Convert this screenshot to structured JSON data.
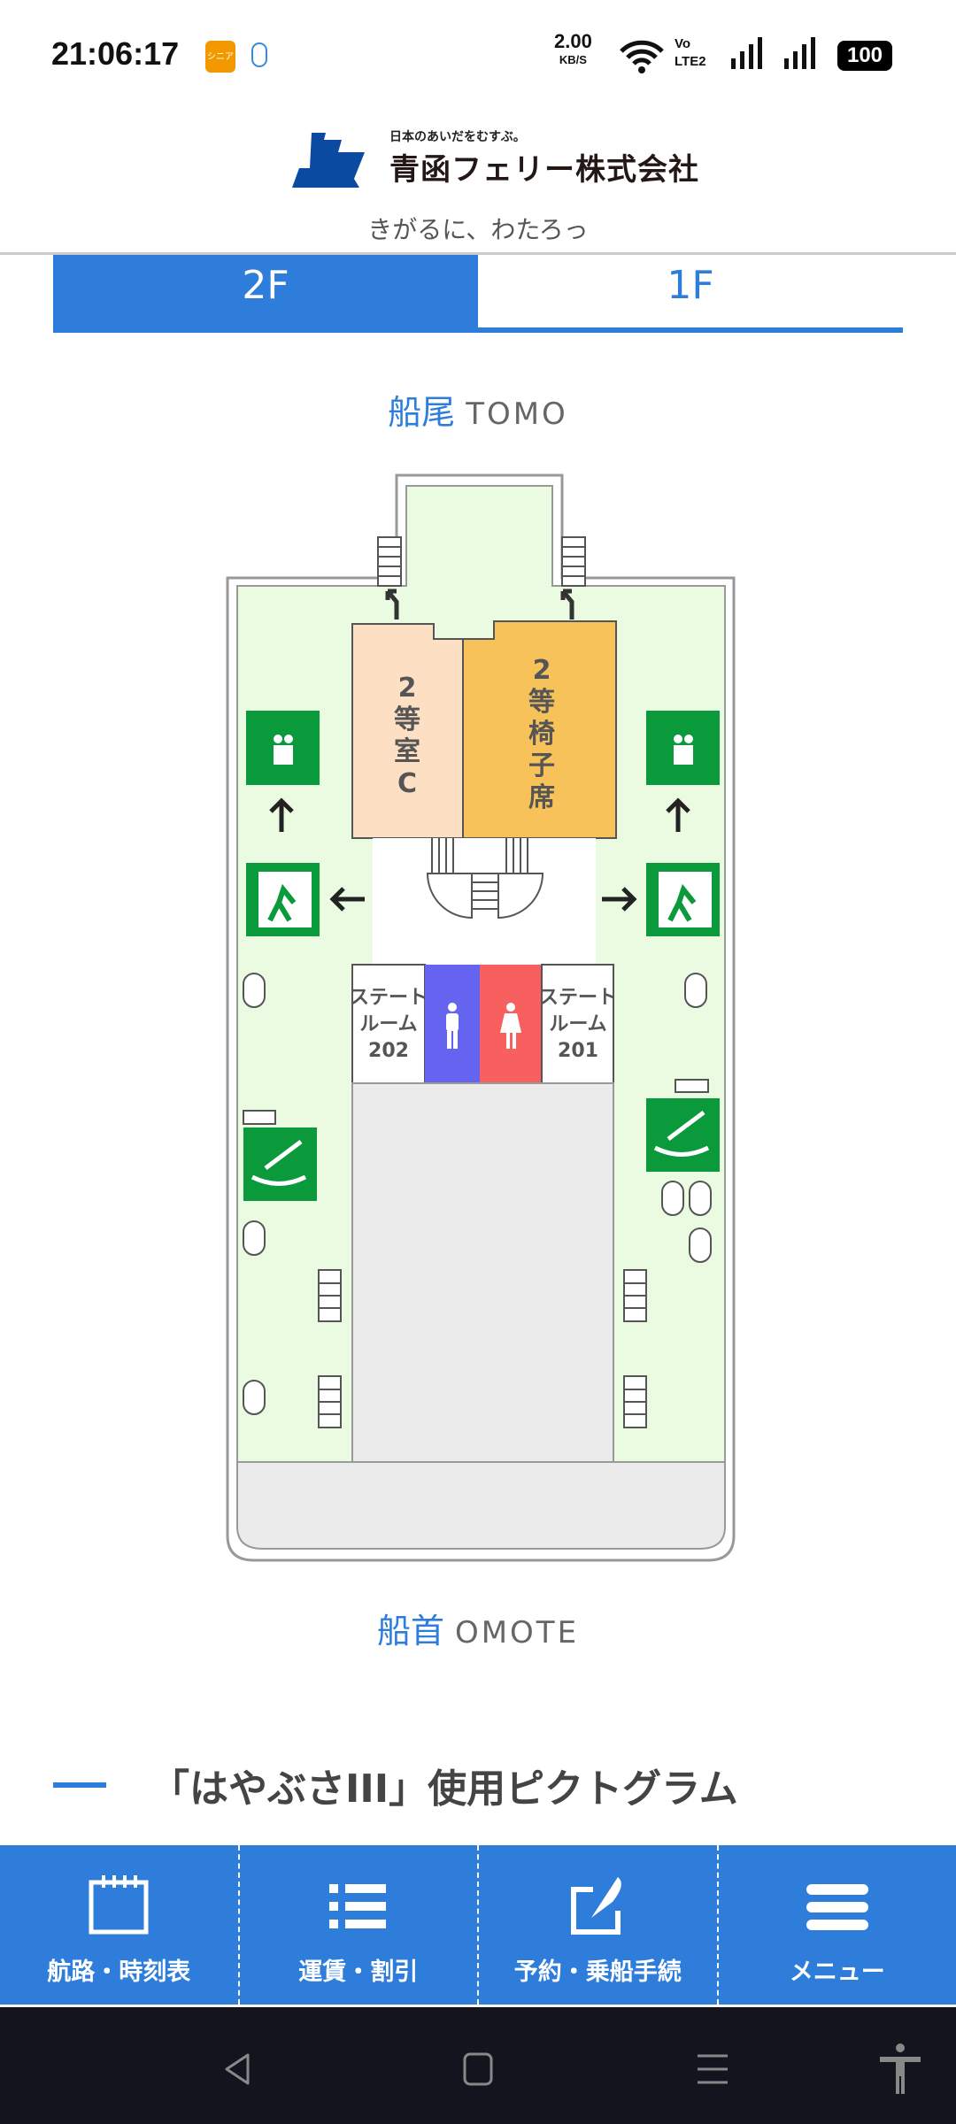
{
  "status_bar": {
    "time": "21:06:17",
    "app_badge": "シニア",
    "net_speed": "2.00",
    "net_unit": "KB/S",
    "volte": "Vo",
    "lte": "LTE2",
    "battery": "100"
  },
  "header": {
    "logo_tagline": "日本のあいだをむすぶ。",
    "logo_name": "青函フェリー株式会社",
    "slogan": "きがるに、わたろっ"
  },
  "tabs": [
    {
      "label": "2F",
      "active": true
    },
    {
      "label": "1F",
      "active": false
    }
  ],
  "map": {
    "stern": {
      "jp": "船尾",
      "en": "TOMO"
    },
    "bow": {
      "jp": "船首",
      "en": "OMOTE"
    },
    "rooms": {
      "second_class_c": [
        "2",
        "等",
        "室",
        "C"
      ],
      "second_class_chairs": [
        "2",
        "等",
        "椅",
        "子",
        "席"
      ],
      "stateroom_202": [
        "ステート",
        "ルーム",
        "202"
      ],
      "stateroom_201": [
        "ステート",
        "ルーム",
        "201"
      ]
    },
    "colors": {
      "deck": "#eafbe2",
      "room_c": "#fde0c4",
      "chairs": "#f8c25a",
      "mens": "#6464f0",
      "womens": "#f86060",
      "car_area": "#ebebeb",
      "sign_green": "#0a9a3c"
    }
  },
  "section_heading": "「はやぶさIII」使用ピクトグラム",
  "bottom_nav": [
    {
      "label": "航路・時刻表",
      "icon": "calendar-icon"
    },
    {
      "label": "運賃・割引",
      "icon": "list-icon"
    },
    {
      "label": "予約・乗船手続",
      "icon": "edit-icon"
    },
    {
      "label": "メニュー",
      "icon": "menu-icon"
    }
  ]
}
